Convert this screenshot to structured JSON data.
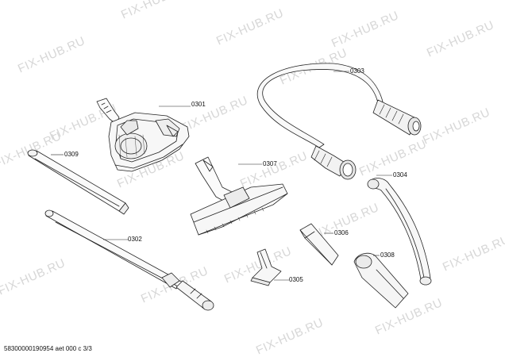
{
  "watermark": {
    "text": "FIX-HUB.RU"
  },
  "parts": [
    {
      "id": "0301"
    },
    {
      "id": "0302"
    },
    {
      "id": "0303"
    },
    {
      "id": "0304"
    },
    {
      "id": "0305"
    },
    {
      "id": "0306"
    },
    {
      "id": "0307"
    },
    {
      "id": "0308"
    },
    {
      "id": "0309"
    }
  ],
  "footer": {
    "text": "58300000190954 aet 000 c 3/3"
  }
}
